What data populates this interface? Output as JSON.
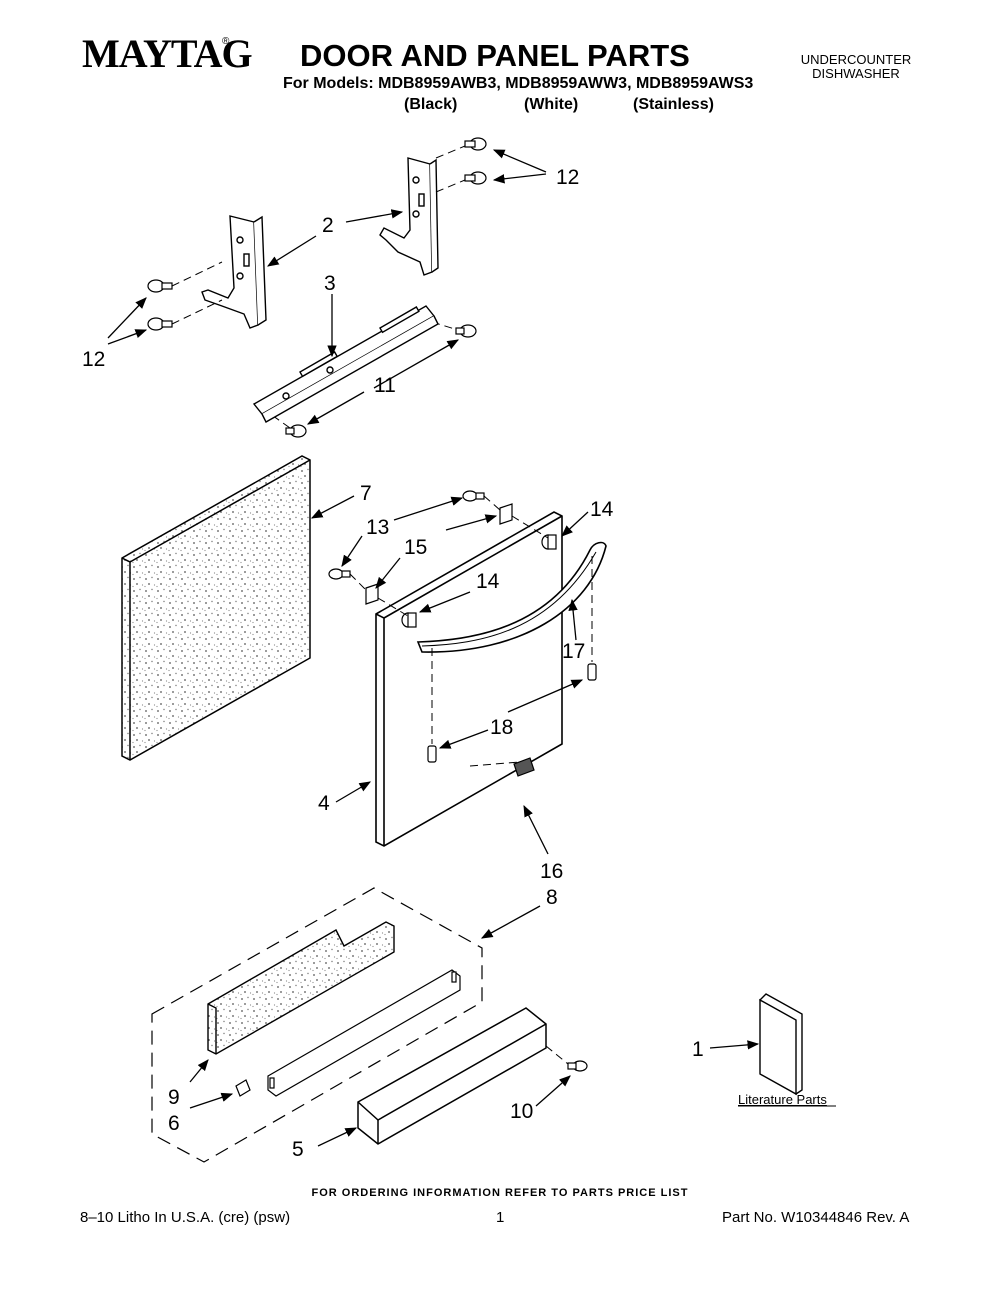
{
  "header": {
    "brand": "MAYTAG",
    "brand_mark": "®",
    "title": "DOOR AND PANEL PARTS",
    "models_line": "For Models: MDB8959AWB3, MDB8959AWW3, MDB8959AWS3",
    "variants": [
      "(Black)",
      "(White)",
      "(Stainless)"
    ],
    "category_line1": "UNDERCOUNTER",
    "category_line2": "DISHWASHER"
  },
  "callouts": {
    "c1": "1",
    "c2": "2",
    "c3": "3",
    "c4": "4",
    "c5": "5",
    "c6": "6",
    "c7": "7",
    "c8": "8",
    "c9": "9",
    "c10": "10",
    "c11": "11",
    "c12a": "12",
    "c12b": "12",
    "c13": "13",
    "c14a": "14",
    "c14b": "14",
    "c15": "15",
    "c16": "16",
    "c17": "17",
    "c18": "18"
  },
  "literature_label": "Literature Parts",
  "footer": {
    "ordering_note": "FOR ORDERING INFORMATION REFER TO PARTS PRICE LIST",
    "litho": "8–10 Litho In U.S.A. (cre) (psw)",
    "page": "1",
    "part_no": "Part No. W10344846 Rev. A"
  }
}
